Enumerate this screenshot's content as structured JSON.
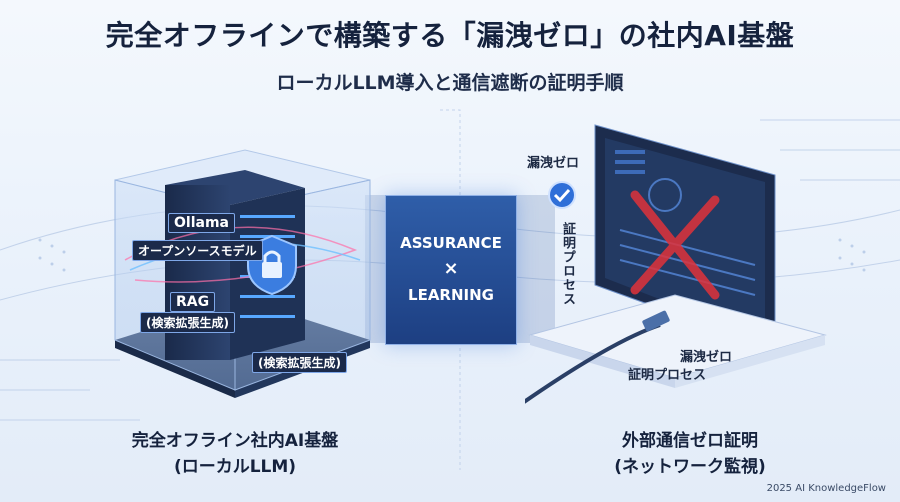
{
  "header": {
    "title": "完全オフラインで構築する「漏洩ゼロ」の社内AI基盤",
    "subtitle": "ローカルLLM導入と通信遮断の証明手順"
  },
  "left": {
    "server_label_1": "Ollama",
    "server_label_2": "オープンソースモデル",
    "server_label_3": "RAG",
    "server_label_4": "(検索拡張生成)",
    "server_label_5": "(検索拡張生成)",
    "caption_line1": "完全オフライン社内AI基盤",
    "caption_line2": "(ローカルLLM)"
  },
  "center": {
    "line1": "ASSURANCE",
    "line2": "×",
    "line3": "LEARNING"
  },
  "right": {
    "badge_label": "漏洩ゼロ",
    "vertical_label": "証明プロセス",
    "device_label_1": "漏洩ゼロ",
    "device_label_2": "証明プロセス",
    "caption_line1": "外部通信ゼロ証明",
    "caption_line2": "(ネットワーク監視)"
  },
  "footer": {
    "credit": "2025 AI KnowledgeFlow"
  },
  "colors": {
    "accent": "#2f5ea9",
    "alert": "#e0323a",
    "shield": "#3b7de0"
  }
}
